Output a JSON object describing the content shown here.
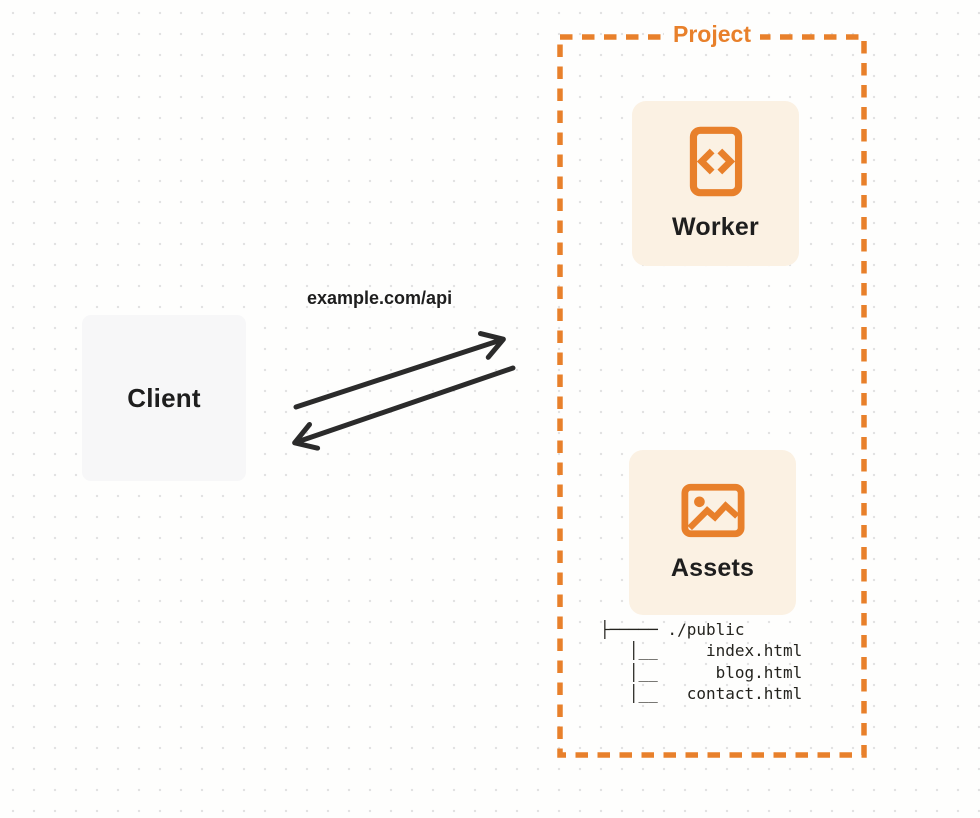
{
  "diagram": {
    "client": {
      "label": "Client"
    },
    "request_label": "example.com/api",
    "project": {
      "label": "Project",
      "worker": {
        "label": "Worker",
        "icon": "code-file-icon"
      },
      "assets": {
        "label": "Assets",
        "icon": "image-icon",
        "file_tree": "├───── ./public\n   │__     index.html\n   │__      blog.html\n   │__   contact.html"
      }
    },
    "colors": {
      "accent_orange": "#E8802B",
      "card_background": "#FBF1E3",
      "client_background": "#F7F7F8",
      "arrow": "#2B2B2B",
      "text_dark": "#1E1E1E",
      "page_background": "#FEFEFD",
      "dot_grid": "#E2E2E2"
    }
  }
}
